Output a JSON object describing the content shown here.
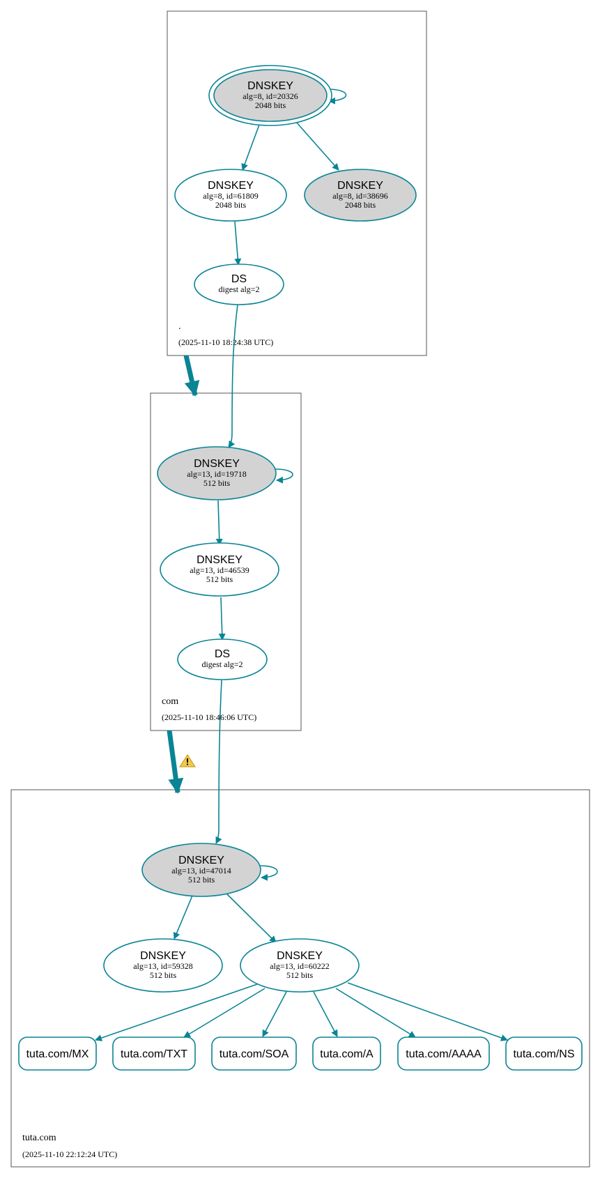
{
  "colors": {
    "edge": "#0a8495",
    "ksk_fill": "#d3d3d3",
    "node_fill": "#ffffff",
    "zone_border": "#555555",
    "warning": "#f2c94c"
  },
  "zones": {
    "root": {
      "name": ".",
      "timestamp": "(2025-11-10 18:24:38 UTC)"
    },
    "com": {
      "name": "com",
      "timestamp": "(2025-11-10 18:46:06 UTC)"
    },
    "tuta": {
      "name": "tuta.com",
      "timestamp": "(2025-11-10 22:12:24 UTC)"
    }
  },
  "nodes": {
    "root_ksk": {
      "title": "DNSKEY",
      "line1": "alg=8, id=20326",
      "line2": "2048 bits"
    },
    "root_zsk": {
      "title": "DNSKEY",
      "line1": "alg=8, id=61809",
      "line2": "2048 bits"
    },
    "root_key3": {
      "title": "DNSKEY",
      "line1": "alg=8, id=38696",
      "line2": "2048 bits"
    },
    "root_ds": {
      "title": "DS",
      "line1": "digest alg=2"
    },
    "com_ksk": {
      "title": "DNSKEY",
      "line1": "alg=13, id=19718",
      "line2": "512 bits"
    },
    "com_zsk": {
      "title": "DNSKEY",
      "line1": "alg=13, id=46539",
      "line2": "512 bits"
    },
    "com_ds": {
      "title": "DS",
      "line1": "digest alg=2"
    },
    "tuta_ksk": {
      "title": "DNSKEY",
      "line1": "alg=13, id=47014",
      "line2": "512 bits"
    },
    "tuta_key2": {
      "title": "DNSKEY",
      "line1": "alg=13, id=59328",
      "line2": "512 bits"
    },
    "tuta_zsk": {
      "title": "DNSKEY",
      "line1": "alg=13, id=60222",
      "line2": "512 bits"
    }
  },
  "rrsets": [
    "tuta.com/MX",
    "tuta.com/TXT",
    "tuta.com/SOA",
    "tuta.com/A",
    "tuta.com/AAAA",
    "tuta.com/NS"
  ],
  "icons": {
    "delegation_warning": "warning-icon"
  }
}
